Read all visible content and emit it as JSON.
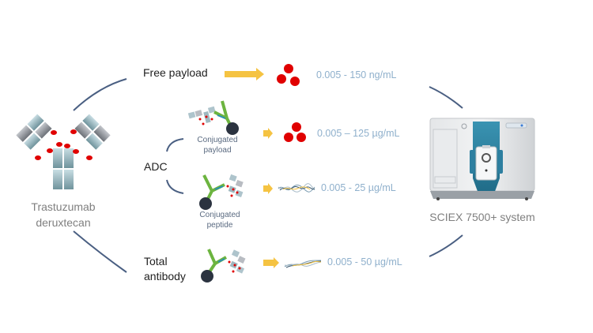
{
  "source": {
    "name_line1": "Trastuzumab",
    "name_line2": "deruxtecan",
    "icon": "antibody-drug-conjugate-icon"
  },
  "instrument": {
    "label": "SCIEX 7500+ system",
    "icon": "mass-spectrometer-icon"
  },
  "adc_group": {
    "label": "ADC"
  },
  "analytes": [
    {
      "id": "free-payload",
      "label": "Free payload",
      "product_icon": "payload-molecule-icon",
      "range": "0.005 - 150 ng/mL"
    },
    {
      "id": "conjugated-payload",
      "label_line1": "Conjugated",
      "label_line2": "payload",
      "capture_icon": "bead-captured-adc-icon",
      "product_icon": "payload-molecule-icon",
      "range": "0.005 – 125 µg/mL"
    },
    {
      "id": "conjugated-peptide",
      "label_line1": "Conjugated",
      "label_line2": "peptide",
      "capture_icon": "bead-captured-adc-icon",
      "product_icon": "peptide-strands-icon",
      "range": "0.005 - 25 µg/mL"
    },
    {
      "id": "total-antibody",
      "label_line1": "Total",
      "label_line2": "antibody",
      "capture_icon": "bead-captured-adc-icon",
      "product_icon": "peptide-strands-icon",
      "range": "0.005 - 50 µg/mL"
    }
  ],
  "colors": {
    "arrow": "#f5c342",
    "payload": "#e00000",
    "connector": "#4a5f82",
    "range_text": "#8fb0cc",
    "bead": "#2b3340",
    "instrument_accent": "#2a7f9e"
  }
}
